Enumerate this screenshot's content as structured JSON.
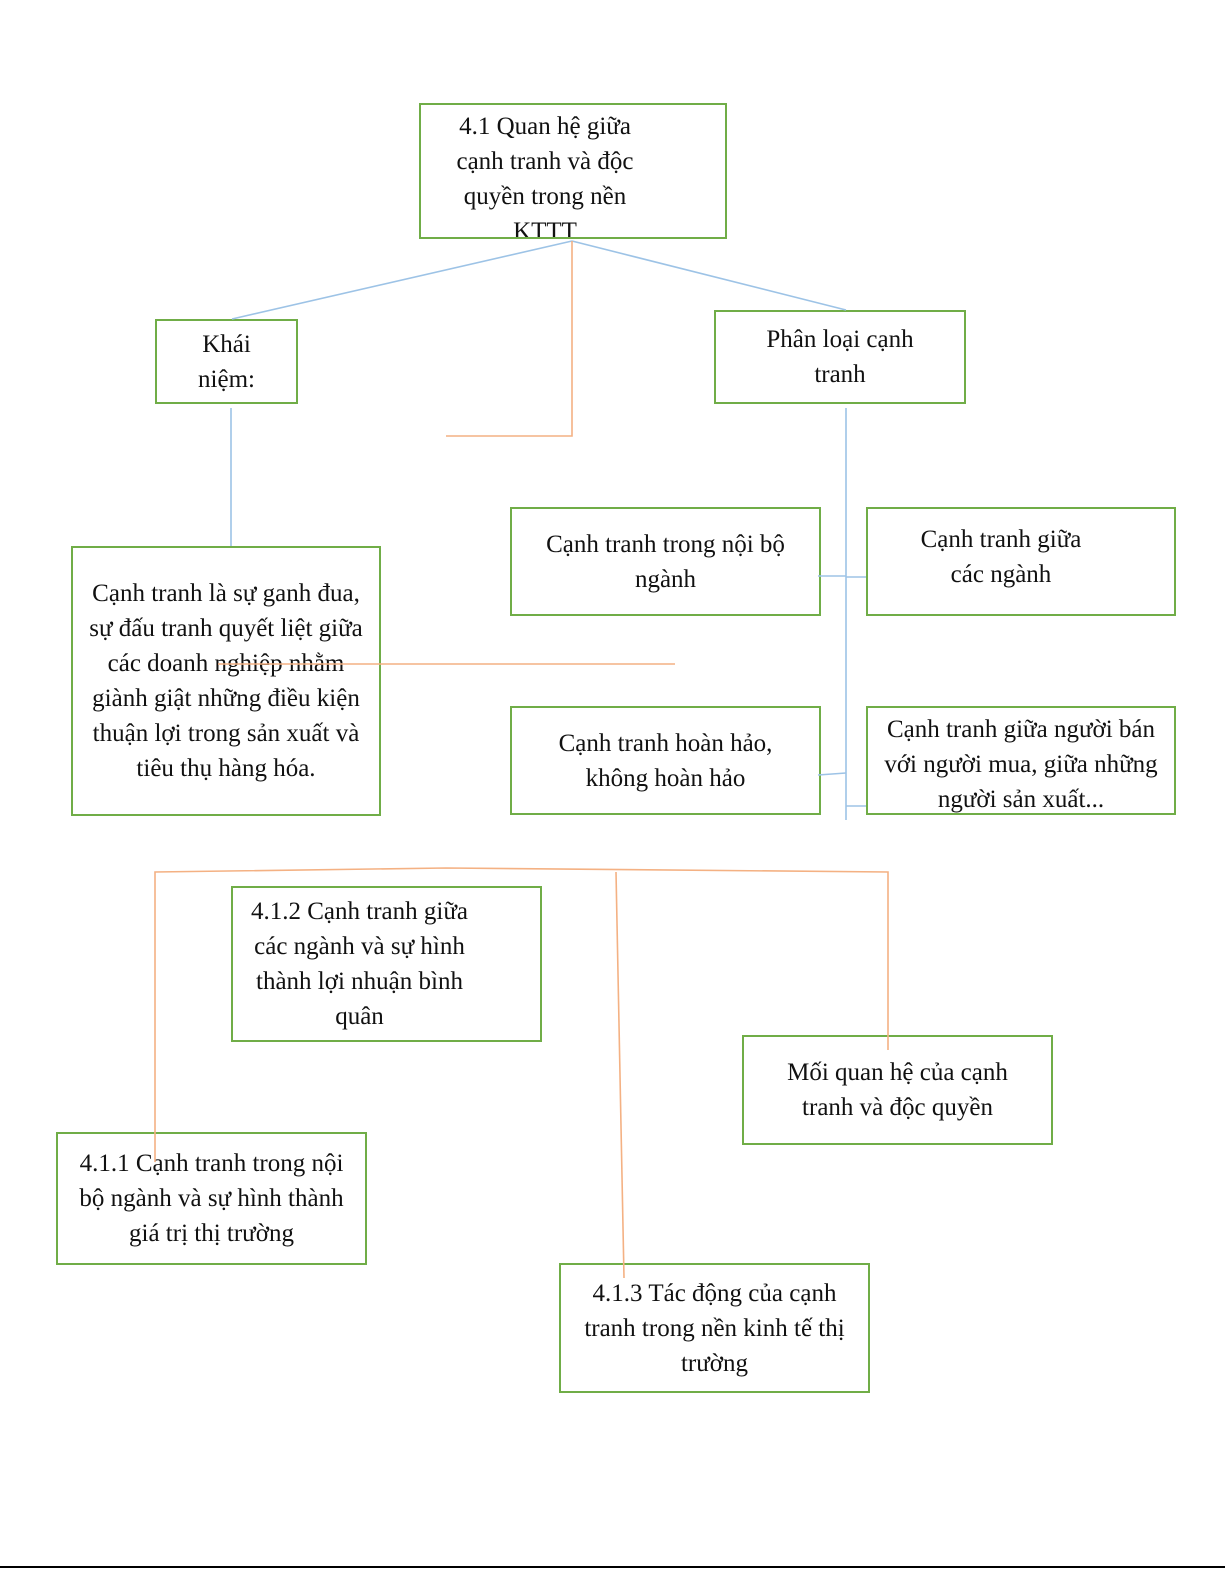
{
  "diagram": {
    "nodes": {
      "root": "4.1 Quan hệ giữa cạnh tranh và độc quyền trong nền KTTT",
      "khai_niem": "Khái niệm:",
      "phan_loai": "Phân loại cạnh tranh",
      "dinh_nghia": "Cạnh tranh là sự ganh đua, sự đấu tranh quyết liệt giữa các doanh nghiệp nhằm giành giật những điều kiện thuận lợi trong sản xuất và tiêu thụ hàng hóa.",
      "noi_bo_nganh": "Cạnh tranh trong nội bộ ngành",
      "giua_cac_nganh": "Cạnh tranh giữa các ngành",
      "hoan_hao": "Cạnh tranh hoàn hảo, không hoàn hảo",
      "nguoi_ban_mua": "Cạnh tranh giữa người bán với người mua, giữa những người sản xuất...",
      "sub_412": "4.1.2 Cạnh tranh giữa các ngành và sự hình thành lợi nhuận bình quân",
      "moi_quan_he": "Mối quan hệ của cạnh tranh và độc quyền",
      "sub_411": "4.1.1 Cạnh tranh trong nội bộ ngành và sự hình thành giá trị thị trường",
      "sub_413": "4.1.3 Tác động của cạnh tranh trong nền kinh tế thị trường"
    },
    "colors": {
      "box_border": "#70ad47",
      "connector_blue": "#9dc3e6",
      "connector_orange": "#f4b183"
    }
  }
}
